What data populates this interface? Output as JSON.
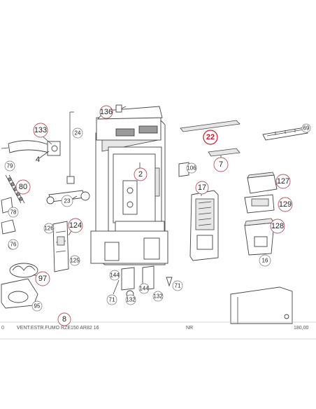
{
  "callouts": [
    {
      "id": "136",
      "style": "red"
    },
    {
      "id": "133",
      "style": "red"
    },
    {
      "id": "24",
      "style": "gray"
    },
    {
      "id": "4",
      "style": "plain"
    },
    {
      "id": "22",
      "style": "highlight"
    },
    {
      "id": "7",
      "style": "plain"
    },
    {
      "id": "69",
      "style": "gray"
    },
    {
      "id": "2",
      "style": "plain"
    },
    {
      "id": "106",
      "style": "gray"
    },
    {
      "id": "79",
      "style": "gray"
    },
    {
      "id": "80",
      "style": "red"
    },
    {
      "id": "17",
      "style": "red"
    },
    {
      "id": "127",
      "style": "red"
    },
    {
      "id": "23",
      "style": "gray"
    },
    {
      "id": "129",
      "style": "red"
    },
    {
      "id": "78",
      "style": "gray"
    },
    {
      "id": "126",
      "style": "gray"
    },
    {
      "id": "124",
      "style": "red"
    },
    {
      "id": "128",
      "style": "red"
    },
    {
      "id": "76",
      "style": "gray"
    },
    {
      "id": "125",
      "style": "gray"
    },
    {
      "id": "16",
      "style": "gray"
    },
    {
      "id": "97",
      "style": "red"
    },
    {
      "id": "144",
      "style": "gray"
    },
    {
      "id": "144",
      "style": "gray"
    },
    {
      "id": "71",
      "style": "gray"
    },
    {
      "id": "71",
      "style": "gray"
    },
    {
      "id": "132",
      "style": "gray"
    },
    {
      "id": "132",
      "style": "gray"
    },
    {
      "id": "95",
      "style": "gray"
    },
    {
      "id": "8",
      "style": "red"
    }
  ],
  "table_row": {
    "code": "VENT.ESTR.FUMO RZE150 AR82 16",
    "unit": "NR",
    "price": "180,00"
  },
  "colors": {
    "callout_ring": "#b4555c",
    "highlight": "#c0202a",
    "line": "#444444"
  }
}
